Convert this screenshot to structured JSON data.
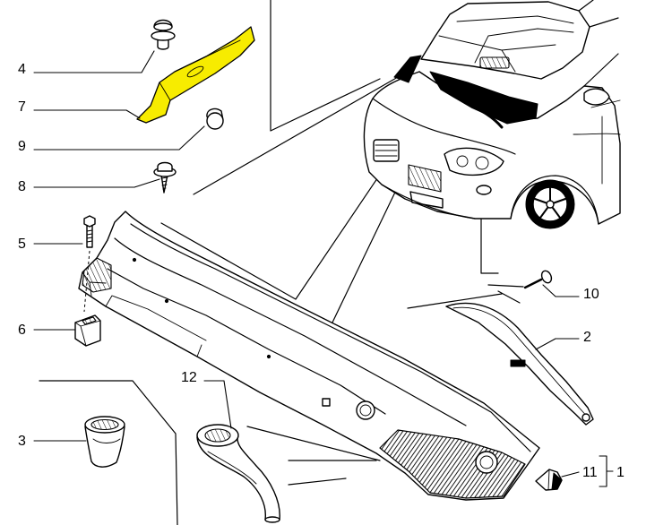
{
  "callouts": [
    "4",
    "7",
    "9",
    "8",
    "5",
    "6",
    "3",
    "12",
    "10",
    "2",
    "11",
    "1"
  ],
  "colors": {
    "highlight": "#f7ec00",
    "line": "#000000",
    "background": "#ffffff"
  }
}
